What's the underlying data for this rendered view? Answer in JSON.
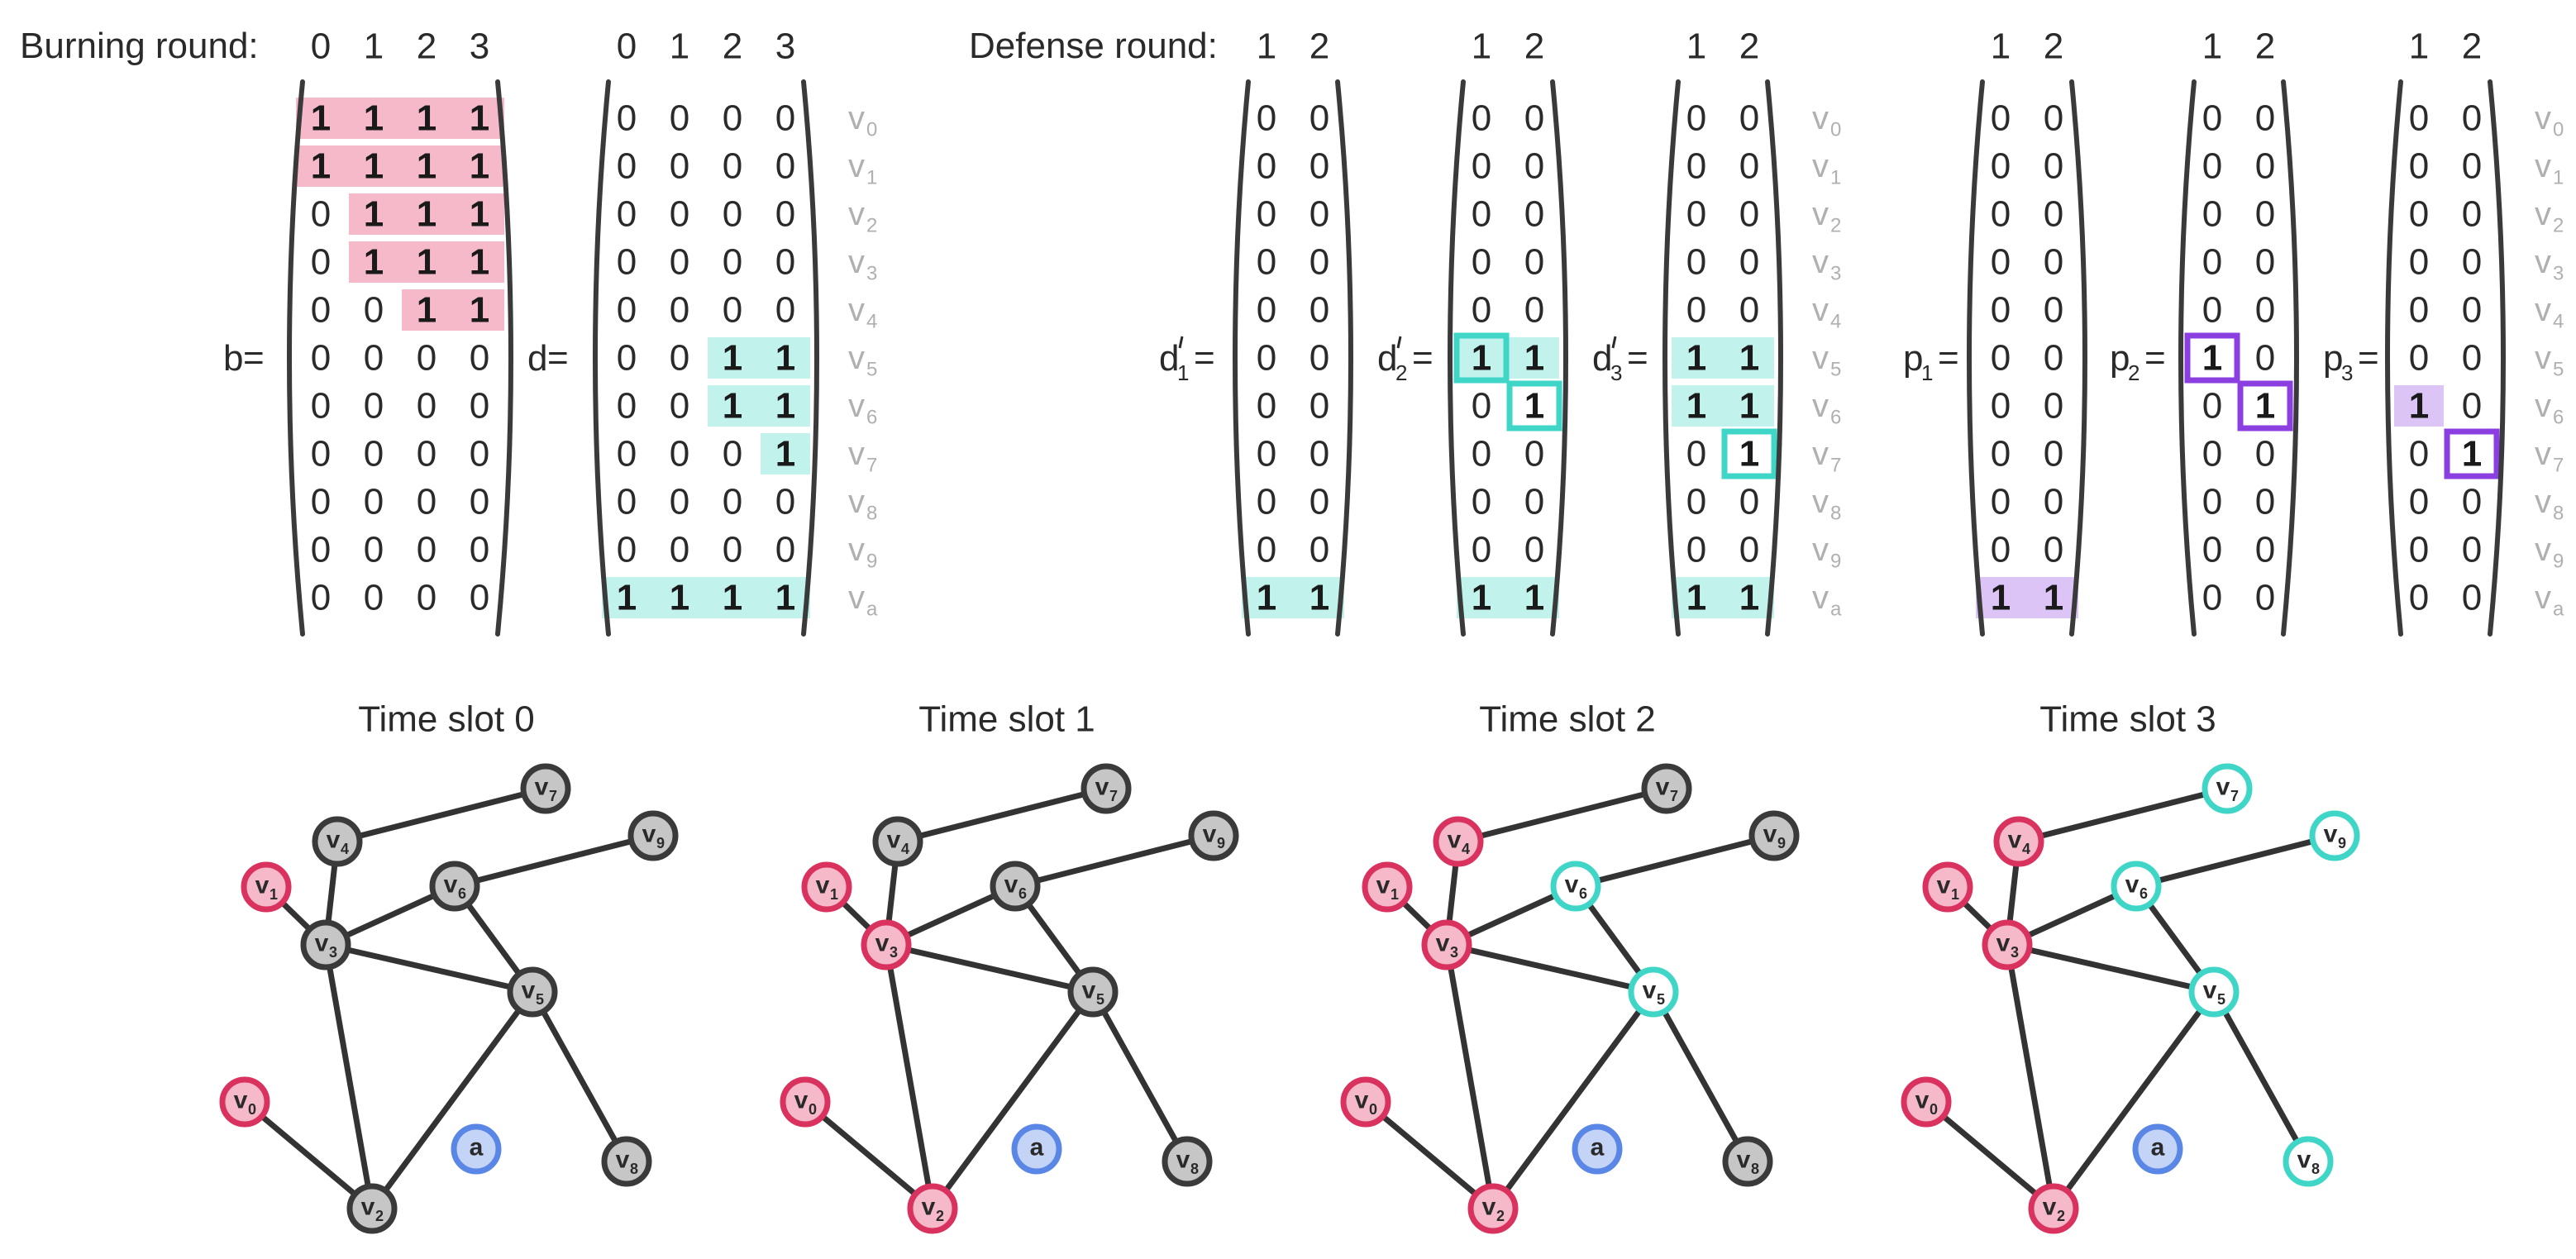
{
  "colors": {
    "burn_fill": "#f5b9c9",
    "burn_stroke": "#d9325e",
    "defend_fill": "#c2f2ec",
    "defend_stroke": "#3fd6c8",
    "protect_fill": "#ddc4f7",
    "protect_stroke": "#8b3fe0",
    "idle_fill": "#c6c6c6",
    "idle_stroke": "#3a3a3a",
    "anchor_fill": "#c4d4f6",
    "anchor_stroke": "#5a86e6"
  },
  "headers": {
    "burning_label": "Burning round:",
    "burning_rounds": [
      "0",
      "1",
      "2",
      "3"
    ],
    "defense_label": "Defense round:",
    "defense_rounds": [
      "1",
      "2"
    ]
  },
  "row_labels": [
    {
      "base": "v",
      "sub": "0"
    },
    {
      "base": "v",
      "sub": "1"
    },
    {
      "base": "v",
      "sub": "2"
    },
    {
      "base": "v",
      "sub": "3"
    },
    {
      "base": "v",
      "sub": "4"
    },
    {
      "base": "v",
      "sub": "5"
    },
    {
      "base": "v",
      "sub": "6"
    },
    {
      "base": "v",
      "sub": "7"
    },
    {
      "base": "v",
      "sub": "8"
    },
    {
      "base": "v",
      "sub": "9"
    },
    {
      "base": "v",
      "sub": "a"
    }
  ],
  "matrices": [
    {
      "id": "b",
      "name": "b",
      "sub": "",
      "prime": false,
      "eq": " =",
      "label_column": false,
      "column_header": "burning_rounds",
      "rows": [
        [
          1,
          1,
          1,
          1
        ],
        [
          1,
          1,
          1,
          1
        ],
        [
          0,
          1,
          1,
          1
        ],
        [
          0,
          1,
          1,
          1
        ],
        [
          0,
          0,
          1,
          1
        ],
        [
          0,
          0,
          0,
          0
        ],
        [
          0,
          0,
          0,
          0
        ],
        [
          0,
          0,
          0,
          0
        ],
        [
          0,
          0,
          0,
          0
        ],
        [
          0,
          0,
          0,
          0
        ],
        [
          0,
          0,
          0,
          0
        ]
      ],
      "highlights": [
        {
          "row": 0,
          "from": 0,
          "to": 3,
          "color": "burn"
        },
        {
          "row": 1,
          "from": 0,
          "to": 3,
          "color": "burn"
        },
        {
          "row": 2,
          "from": 1,
          "to": 3,
          "color": "burn"
        },
        {
          "row": 3,
          "from": 1,
          "to": 3,
          "color": "burn"
        },
        {
          "row": 4,
          "from": 2,
          "to": 3,
          "color": "burn"
        }
      ],
      "boxes": []
    },
    {
      "id": "d",
      "name": "d",
      "sub": "",
      "prime": false,
      "eq": " =",
      "label_column": true,
      "column_header": "burning_rounds",
      "rows": [
        [
          0,
          0,
          0,
          0
        ],
        [
          0,
          0,
          0,
          0
        ],
        [
          0,
          0,
          0,
          0
        ],
        [
          0,
          0,
          0,
          0
        ],
        [
          0,
          0,
          0,
          0
        ],
        [
          0,
          0,
          1,
          1
        ],
        [
          0,
          0,
          1,
          1
        ],
        [
          0,
          0,
          0,
          1
        ],
        [
          0,
          0,
          0,
          0
        ],
        [
          0,
          0,
          0,
          0
        ],
        [
          1,
          1,
          1,
          1
        ]
      ],
      "highlights": [
        {
          "row": 5,
          "from": 2,
          "to": 3,
          "color": "defend"
        },
        {
          "row": 6,
          "from": 2,
          "to": 3,
          "color": "defend"
        },
        {
          "row": 7,
          "from": 3,
          "to": 3,
          "color": "defend"
        },
        {
          "row": 10,
          "from": 0,
          "to": 3,
          "color": "defend"
        }
      ],
      "boxes": []
    },
    {
      "id": "d1",
      "name": "d",
      "sub": "1",
      "prime": true,
      "eq": "=",
      "label_column": false,
      "column_header": "defense_rounds_with_label",
      "rows": [
        [
          0,
          0
        ],
        [
          0,
          0
        ],
        [
          0,
          0
        ],
        [
          0,
          0
        ],
        [
          0,
          0
        ],
        [
          0,
          0
        ],
        [
          0,
          0
        ],
        [
          0,
          0
        ],
        [
          0,
          0
        ],
        [
          0,
          0
        ],
        [
          1,
          1
        ]
      ],
      "highlights": [
        {
          "row": 10,
          "from": 0,
          "to": 1,
          "color": "defend"
        }
      ],
      "boxes": []
    },
    {
      "id": "d2",
      "name": "d",
      "sub": "2",
      "prime": true,
      "eq": "=",
      "label_column": false,
      "column_header": "defense_rounds",
      "rows": [
        [
          0,
          0
        ],
        [
          0,
          0
        ],
        [
          0,
          0
        ],
        [
          0,
          0
        ],
        [
          0,
          0
        ],
        [
          1,
          1
        ],
        [
          0,
          1
        ],
        [
          0,
          0
        ],
        [
          0,
          0
        ],
        [
          0,
          0
        ],
        [
          1,
          1
        ]
      ],
      "highlights": [
        {
          "row": 5,
          "from": 0,
          "to": 1,
          "color": "defend"
        },
        {
          "row": 10,
          "from": 0,
          "to": 1,
          "color": "defend"
        }
      ],
      "boxes": [
        {
          "row": 5,
          "col": 0,
          "color": "defend"
        },
        {
          "row": 6,
          "col": 1,
          "color": "defend"
        }
      ]
    },
    {
      "id": "d3",
      "name": "d",
      "sub": "3",
      "prime": true,
      "eq": "=",
      "label_column": true,
      "column_header": "defense_rounds",
      "rows": [
        [
          0,
          0
        ],
        [
          0,
          0
        ],
        [
          0,
          0
        ],
        [
          0,
          0
        ],
        [
          0,
          0
        ],
        [
          1,
          1
        ],
        [
          1,
          1
        ],
        [
          0,
          1
        ],
        [
          0,
          0
        ],
        [
          0,
          0
        ],
        [
          1,
          1
        ]
      ],
      "highlights": [
        {
          "row": 5,
          "from": 0,
          "to": 1,
          "color": "defend"
        },
        {
          "row": 6,
          "from": 0,
          "to": 1,
          "color": "defend"
        },
        {
          "row": 10,
          "from": 0,
          "to": 1,
          "color": "defend"
        }
      ],
      "boxes": [
        {
          "row": 7,
          "col": 1,
          "color": "defend"
        }
      ]
    },
    {
      "id": "p1",
      "name": "p",
      "sub": "1",
      "prime": false,
      "eq": "=",
      "label_column": false,
      "column_header": "defense_rounds",
      "rows": [
        [
          0,
          0
        ],
        [
          0,
          0
        ],
        [
          0,
          0
        ],
        [
          0,
          0
        ],
        [
          0,
          0
        ],
        [
          0,
          0
        ],
        [
          0,
          0
        ],
        [
          0,
          0
        ],
        [
          0,
          0
        ],
        [
          0,
          0
        ],
        [
          1,
          1
        ]
      ],
      "highlights": [
        {
          "row": 10,
          "from": 0,
          "to": 1,
          "color": "protect"
        }
      ],
      "boxes": []
    },
    {
      "id": "p2",
      "name": "p",
      "sub": "2",
      "prime": false,
      "eq": "=",
      "label_column": false,
      "column_header": "defense_rounds",
      "rows": [
        [
          0,
          0
        ],
        [
          0,
          0
        ],
        [
          0,
          0
        ],
        [
          0,
          0
        ],
        [
          0,
          0
        ],
        [
          1,
          0
        ],
        [
          0,
          1
        ],
        [
          0,
          0
        ],
        [
          0,
          0
        ],
        [
          0,
          0
        ],
        [
          0,
          0
        ]
      ],
      "highlights": [],
      "boxes": [
        {
          "row": 5,
          "col": 0,
          "color": "protect"
        },
        {
          "row": 6,
          "col": 1,
          "color": "protect"
        }
      ]
    },
    {
      "id": "p3",
      "name": "p",
      "sub": "3",
      "prime": false,
      "eq": "=",
      "label_column": true,
      "column_header": "defense_rounds",
      "rows": [
        [
          0,
          0
        ],
        [
          0,
          0
        ],
        [
          0,
          0
        ],
        [
          0,
          0
        ],
        [
          0,
          0
        ],
        [
          0,
          0
        ],
        [
          1,
          0
        ],
        [
          0,
          1
        ],
        [
          0,
          0
        ],
        [
          0,
          0
        ],
        [
          0,
          0
        ]
      ],
      "highlights": [
        {
          "row": 6,
          "from": 0,
          "to": 0,
          "color": "protect"
        }
      ],
      "boxes": [
        {
          "row": 7,
          "col": 1,
          "color": "protect"
        }
      ]
    }
  ],
  "graph": {
    "nodes": [
      {
        "id": "v0",
        "base": "v",
        "sub": "0"
      },
      {
        "id": "v1",
        "base": "v",
        "sub": "1"
      },
      {
        "id": "v2",
        "base": "v",
        "sub": "2"
      },
      {
        "id": "v3",
        "base": "v",
        "sub": "3"
      },
      {
        "id": "v4",
        "base": "v",
        "sub": "4"
      },
      {
        "id": "v5",
        "base": "v",
        "sub": "5"
      },
      {
        "id": "v6",
        "base": "v",
        "sub": "6"
      },
      {
        "id": "v7",
        "base": "v",
        "sub": "7"
      },
      {
        "id": "v8",
        "base": "v",
        "sub": "8"
      },
      {
        "id": "v9",
        "base": "v",
        "sub": "9"
      },
      {
        "id": "a",
        "base": "a",
        "sub": ""
      }
    ],
    "edges": [
      [
        "v4",
        "v7"
      ],
      [
        "v4",
        "v3"
      ],
      [
        "v1",
        "v3"
      ],
      [
        "v3",
        "v6"
      ],
      [
        "v6",
        "v9"
      ],
      [
        "v3",
        "v5"
      ],
      [
        "v6",
        "v5"
      ],
      [
        "v5",
        "v2"
      ],
      [
        "v5",
        "v8"
      ],
      [
        "v3",
        "v2"
      ],
      [
        "v0",
        "v2"
      ]
    ]
  },
  "panels": [
    {
      "title": "Time slot 0",
      "states": {
        "v0": "burn",
        "v1": "burn",
        "v2": "idle",
        "v3": "idle",
        "v4": "idle",
        "v5": "idle",
        "v6": "idle",
        "v7": "idle",
        "v8": "idle",
        "v9": "idle",
        "a": "anchor"
      }
    },
    {
      "title": "Time slot 1",
      "states": {
        "v0": "burn",
        "v1": "burn",
        "v2": "burn",
        "v3": "burn",
        "v4": "idle",
        "v5": "idle",
        "v6": "idle",
        "v7": "idle",
        "v8": "idle",
        "v9": "idle",
        "a": "anchor"
      }
    },
    {
      "title": "Time slot 2",
      "states": {
        "v0": "burn",
        "v1": "burn",
        "v2": "burn",
        "v3": "burn",
        "v4": "burn",
        "v5": "defend",
        "v6": "defend",
        "v7": "idle",
        "v8": "idle",
        "v9": "idle",
        "a": "anchor"
      }
    },
    {
      "title": "Time slot 3",
      "states": {
        "v0": "burn",
        "v1": "burn",
        "v2": "burn",
        "v3": "burn",
        "v4": "burn",
        "v5": "defend",
        "v6": "defend",
        "v7": "defend",
        "v8": "defend",
        "v9": "defend",
        "a": "anchor"
      }
    }
  ]
}
